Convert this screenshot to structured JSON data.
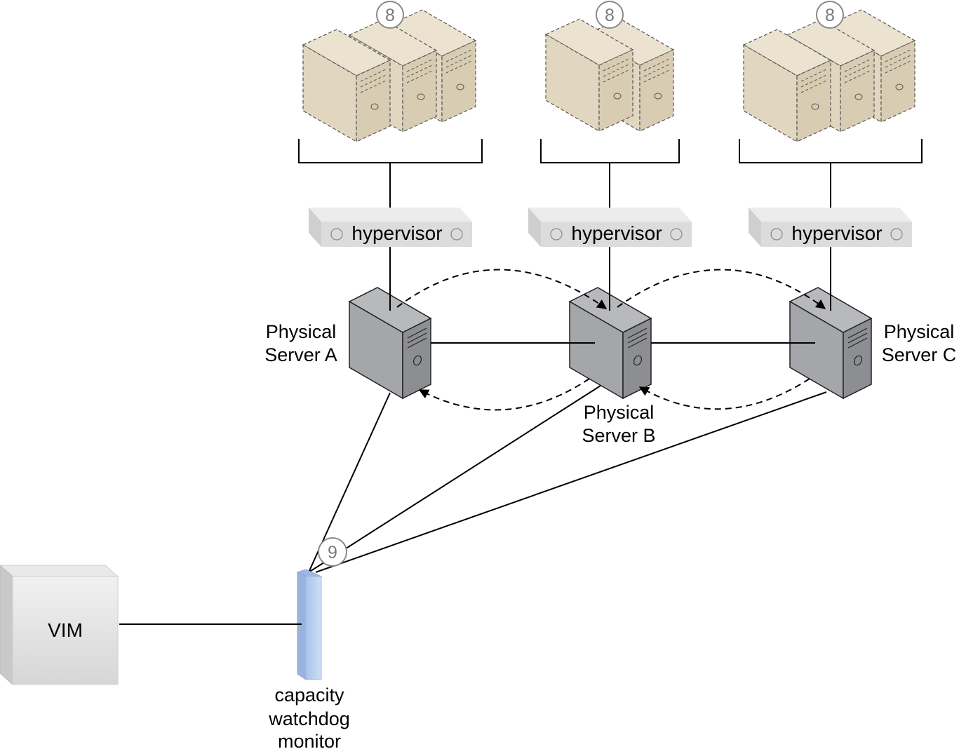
{
  "badges": {
    "vm_group": "8",
    "monitor_link": "9"
  },
  "hypervisors": [
    {
      "label": "hypervisor"
    },
    {
      "label": "hypervisor"
    },
    {
      "label": "hypervisor"
    }
  ],
  "servers": {
    "a": {
      "line1": "Physical",
      "line2": "Server A"
    },
    "b": {
      "line1": "Physical",
      "line2": "Server B"
    },
    "c": {
      "line1": "Physical",
      "line2": "Server C"
    }
  },
  "vim": {
    "label": "VIM"
  },
  "monitor": {
    "line1": "capacity",
    "line2": "watchdog",
    "line3": "monitor"
  },
  "colors": {
    "vm_fill": "#e1d6bf",
    "server_fill": "#a5a6a9",
    "hypervisor_fill": "#dcdcdc",
    "monitor_fill": "#b8cfee",
    "vim_fill": "#dedede"
  }
}
